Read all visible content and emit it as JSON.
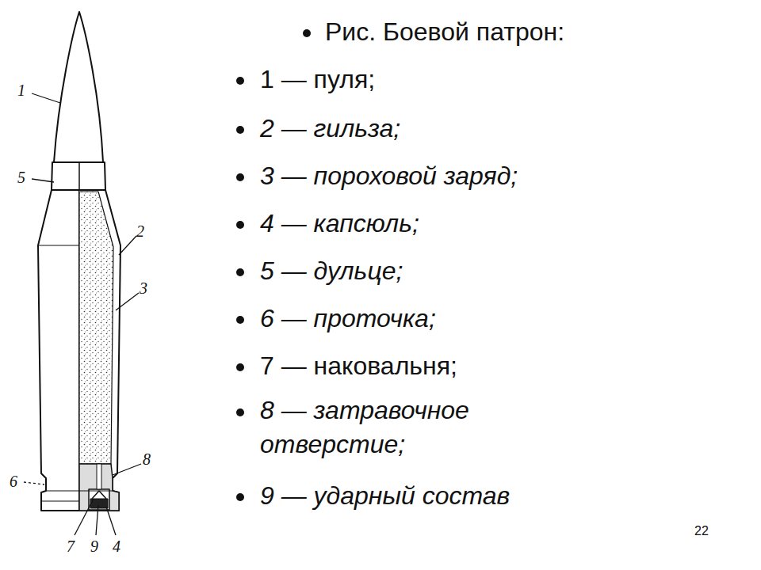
{
  "diagram": {
    "title": "Рис. Боевой патрон:",
    "labels": [
      "1",
      "5",
      "2",
      "3",
      "8",
      "6",
      "7",
      "9",
      "4",
      "1 — пуля;",
      "2 — гильза;",
      "3 — пороховой  заряд;",
      "4 — капсюль;",
      "5 — дульце;",
      "6 — проточка;",
      "7 — наковальня;",
      "8 — затравочное отверстие;",
      "9 — ударный состав",
      "22"
    ]
  }
}
